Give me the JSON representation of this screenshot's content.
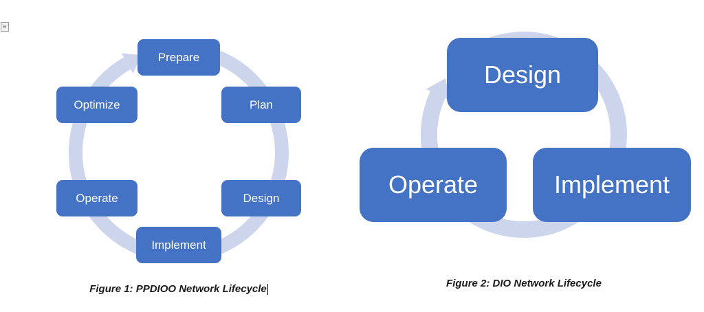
{
  "colors": {
    "box_blue": "#4472c4",
    "ring_blue": "#ccd5ec",
    "caption_color": "#1a1a1a",
    "node_text": "#ffffff"
  },
  "figure1": {
    "items": [
      "Prepare",
      "Plan",
      "Design",
      "Implement",
      "Operate",
      "Optimize"
    ],
    "caption": "Figure 1: PPDIOO Network Lifecycle"
  },
  "figure2": {
    "items": [
      "Design",
      "Implement",
      "Operate"
    ],
    "caption": "Figure 2: DIO Network Lifecycle"
  },
  "icons": {
    "object_anchor": "object-anchor"
  }
}
